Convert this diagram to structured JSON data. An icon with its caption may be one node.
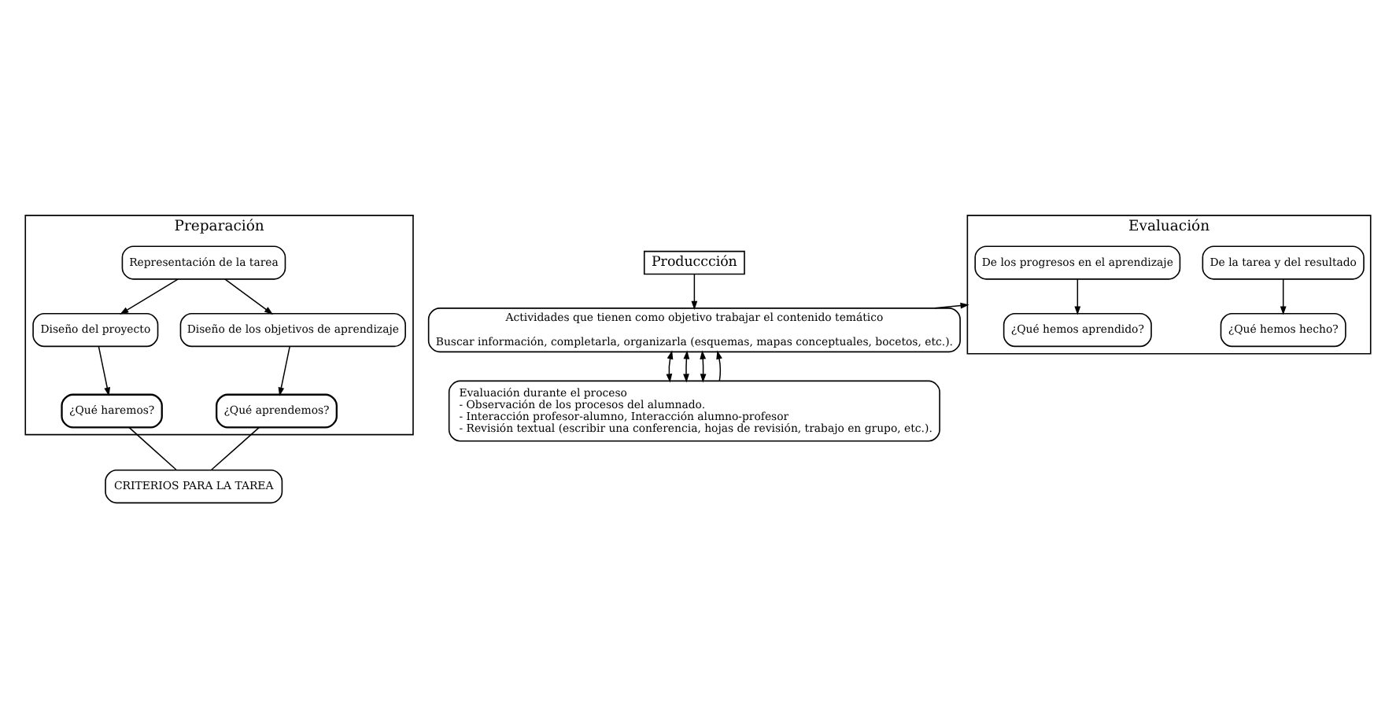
{
  "diagram": {
    "nodes": [
      {
        "text": [
          "Preparación"
        ]
      },
      {
        "text": [
          "Representación de la tarea"
        ],
        "in": 0
      },
      {
        "text": [
          "Diseño del proyecto"
        ],
        "in": 0
      },
      {
        "text": [
          "Diseño de los objetivos de aprendizaje"
        ],
        "in": 0
      },
      {
        "text": [
          "¿Qué haremos?"
        ],
        "in": 0
      },
      {
        "text": [
          "¿Qué aprendemos?"
        ],
        "in": 0
      },
      {
        "text": [
          "Produccción"
        ]
      },
      {
        "text": [
          "Actividades que tienen como objetivo trabajar el contenido temático",
          "Buscar información, completarla, organizarla (esquemas, mapas conceptuales, bocetos, etc.)."
        ]
      },
      {
        "text": [
          "Evaluación"
        ]
      },
      {
        "text": [
          "De la tarea y del resultado"
        ],
        "in": 8
      },
      {
        "text": [
          "De los progresos en el aprendizaje"
        ],
        "in": 8
      },
      {
        "text": [
          "¿Qué hemos hecho?"
        ],
        "in": 8
      },
      {
        "text": [
          "¿Qué hemos aprendido?"
        ],
        "in": 8
      },
      {
        "text": [
          "CRITERIOS PARA LA TAREA"
        ]
      },
      {
        "text": [
          "Evaluación durante el proceso",
          "- Observación de los procesos del alumnado.",
          "- Interacción profesor-alumno, Interacción alumno-profesor",
          "- Revisión textual (escribir una conferencia, hojas de revisión, trabajo en grupo, etc.)."
        ]
      }
    ],
    "edges": [
      {
        "from": 1,
        "to": 2,
        "arrow": "to"
      },
      {
        "from": 1,
        "to": 3,
        "arrow": "to"
      },
      {
        "from": 2,
        "to": 4,
        "arrow": "to"
      },
      {
        "from": 3,
        "to": 5,
        "arrow": "to"
      },
      {
        "from": 4,
        "to": 13,
        "arrow": "none"
      },
      {
        "from": 5,
        "to": 13,
        "arrow": "none"
      },
      {
        "from": 6,
        "to": 7,
        "arrow": "to"
      },
      {
        "from": 7,
        "to": 8,
        "arrow": "to"
      },
      {
        "from": 9,
        "to": 11,
        "arrow": "to"
      },
      {
        "from": 10,
        "to": 12,
        "arrow": "to"
      },
      {
        "from": 7,
        "to": 14,
        "arrow": "both"
      },
      {
        "from": 7,
        "to": 14,
        "arrow": "both"
      },
      {
        "from": 7,
        "to": 14,
        "arrow": "both"
      },
      {
        "from": 14,
        "to": 7,
        "arrow": "to"
      }
    ]
  }
}
